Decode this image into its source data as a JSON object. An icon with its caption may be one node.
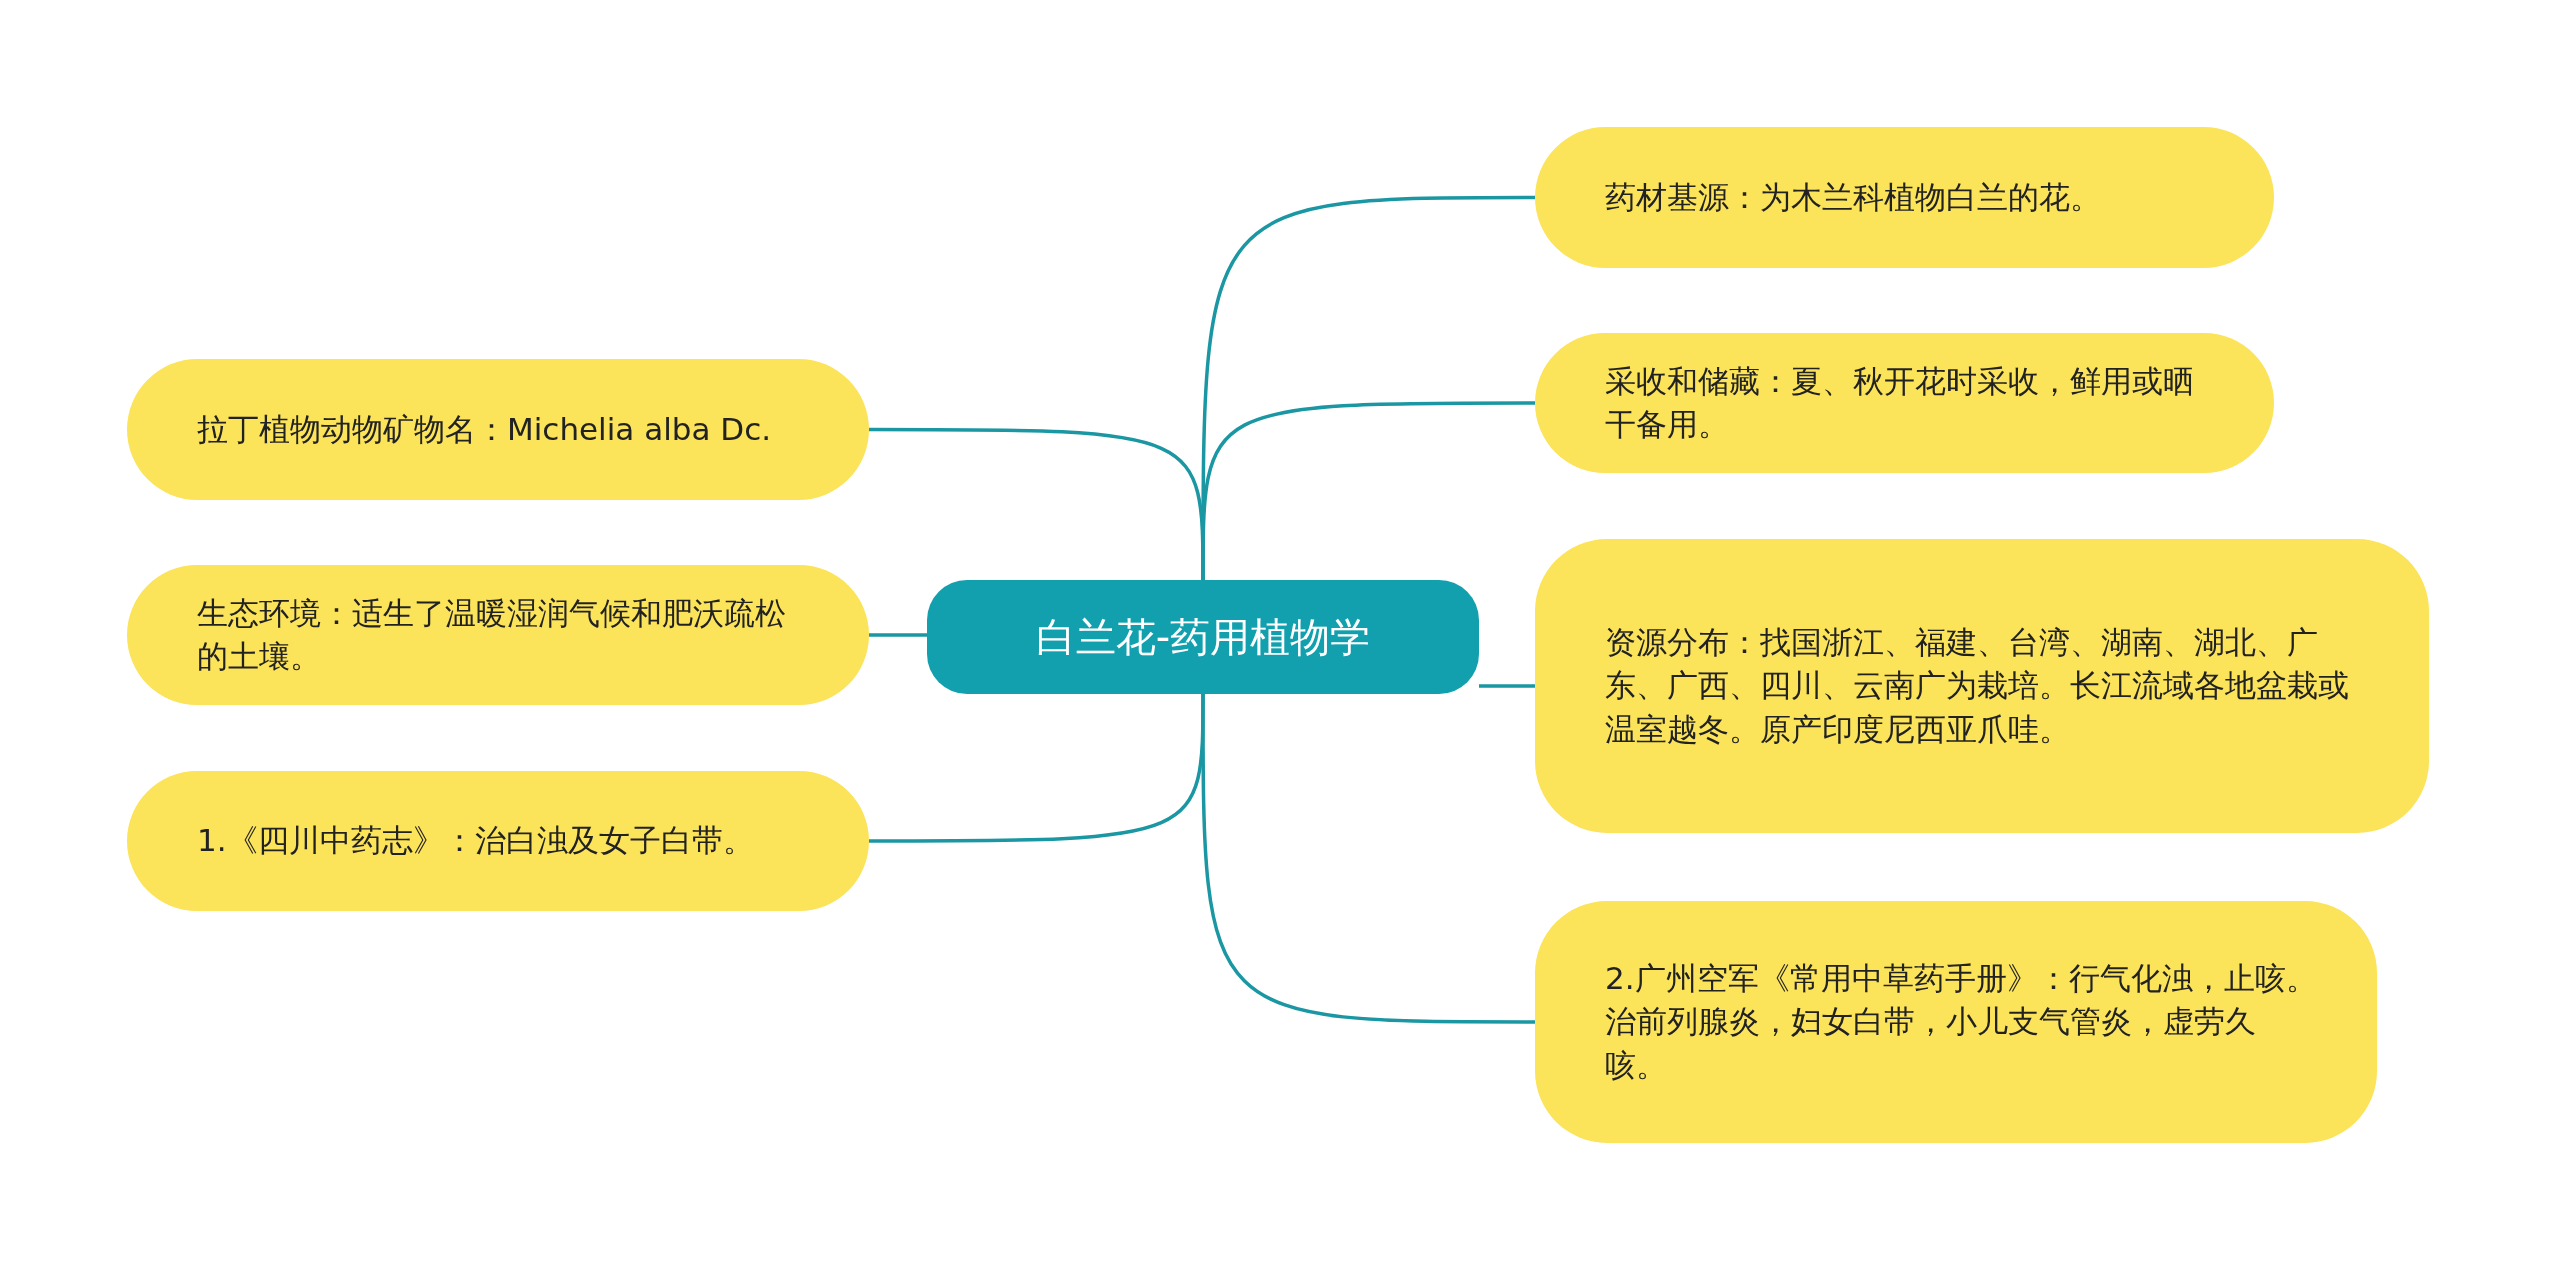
{
  "diagram": {
    "nodes": [
      {
        "text": [
          "白兰花-药用植物学"
        ]
      },
      {
        "text": [
          "拉丁植物动物矿物名：Michelia alba Dc."
        ]
      },
      {
        "text": [
          "生态环境：适生了温暖湿润气候和肥沃疏松的土壤。"
        ]
      },
      {
        "text": [
          "1.《四川中药志》：治白浊及女子白带。"
        ]
      },
      {
        "text": [
          "药材基源：为木兰科植物白兰的花。"
        ]
      },
      {
        "text": [
          "采收和储藏：夏、秋开花时采收，鲜用或晒干备用。"
        ]
      },
      {
        "text": [
          "资源分布：找国浙江、福建、台湾、湖南、湖北、广东、广西、四川、云南广为栽培。长江流域各地盆栽或温室越冬。原产印度尼西亚爪哇。"
        ]
      },
      {
        "text": [
          "2.广州空军《常用中草药手册》：行气化浊，止咳。治前列腺炎，妇女白带，小儿支气管炎，虚劳久咳。"
        ]
      }
    ],
    "edges": [
      {
        "from": 0,
        "to": 1,
        "arrow": "none"
      },
      {
        "from": 0,
        "to": 2,
        "arrow": "none"
      },
      {
        "from": 0,
        "to": 3,
        "arrow": "none"
      },
      {
        "from": 0,
        "to": 4,
        "arrow": "none"
      },
      {
        "from": 0,
        "to": 5,
        "arrow": "none"
      },
      {
        "from": 0,
        "to": 6,
        "arrow": "none"
      },
      {
        "from": 0,
        "to": 7,
        "arrow": "none"
      }
    ]
  }
}
